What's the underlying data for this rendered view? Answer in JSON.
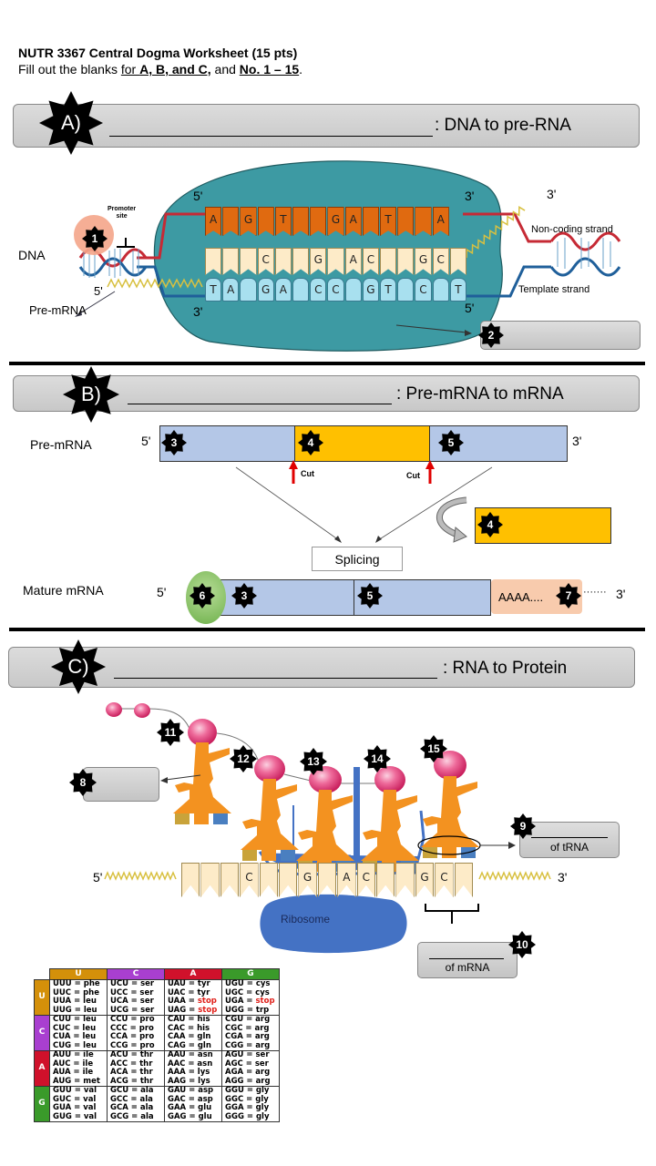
{
  "header": {
    "title": "NUTR 3367 Central Dogma Worksheet (15 pts)",
    "instructions_prefix": "Fill out the blanks ",
    "instructions_underlined_for": "for ",
    "instructions_bold_abc": "A, B, and C,",
    "instructions_and": " and ",
    "instructions_bold_no": "No. 1 – 15",
    "instructions_suffix": "."
  },
  "sections": {
    "A": {
      "badge": "A)",
      "title": ": DNA to pre-RNA"
    },
    "B": {
      "badge": "B)",
      "title": ": Pre-mRNA to mRNA"
    },
    "C": {
      "badge": "C)",
      "title": ": RNA to Protein"
    }
  },
  "section_a": {
    "dna_label": "DNA",
    "promoter_label_1": "Promoter",
    "promoter_label_2": "site",
    "pre_mrna_label": "Pre-mRNA",
    "non_coding_label": "Non-coding strand",
    "template_label": "Template strand",
    "prime_5_top": "5'",
    "prime_3_top": "3'",
    "prime_3_rna": "3'",
    "prime_5_rna": "5'",
    "prime_3_bottom": "3'",
    "prime_5_bottom": "5'",
    "top_strand": [
      "A",
      "",
      "G",
      "",
      "T",
      "",
      "",
      "G",
      "A",
      "",
      "T",
      "",
      "",
      "A"
    ],
    "rna_strand": [
      "",
      "",
      "",
      "C",
      "",
      "",
      "G",
      "",
      "A",
      "C",
      "",
      "",
      "G",
      "C",
      ""
    ],
    "template_strand": [
      "T",
      "A",
      "",
      "G",
      "A",
      "",
      "C",
      "C",
      "",
      "G",
      "T",
      "",
      "C",
      "",
      "T"
    ],
    "markers": {
      "m1": "1",
      "m2": "2"
    }
  },
  "section_b": {
    "pre_mrna_label": "Pre-mRNA",
    "mature_label": "Mature mRNA",
    "prime_5": "5'",
    "prime_3": "3'",
    "cut_label": "Cut",
    "splicing_label": "Splicing",
    "poly_a": "AAAA....",
    "poly_dots": "·······",
    "markers": {
      "m3": "3",
      "m4": "4",
      "m5": "5",
      "m6": "6",
      "m7": "7"
    }
  },
  "section_c": {
    "prime_5": "5'",
    "prime_3": "3'",
    "ribosome_label": "Ribosome",
    "of_trna": "of tRNA",
    "of_mrna": "of mRNA",
    "mrna_strand": [
      "",
      "",
      "",
      "C",
      "",
      "",
      "G",
      "",
      "A",
      "C",
      "",
      "",
      "G",
      "C",
      ""
    ],
    "markers": {
      "m8": "8",
      "m9": "9",
      "m10": "10",
      "m11": "11",
      "m12": "12",
      "m13": "13",
      "m14": "14",
      "m15": "15"
    }
  },
  "codon_table": {
    "headers": [
      "U",
      "C",
      "A",
      "G"
    ],
    "header_colors": [
      "#d4900a",
      "#a93fd0",
      "#d0112b",
      "#3a9a2a"
    ],
    "rows": [
      {
        "label": "U",
        "cells": [
          [
            "UUU = phe",
            "UUC = phe",
            "UUA = leu",
            "UUG = leu"
          ],
          [
            "UCU = ser",
            "UCC = ser",
            "UCA = ser",
            "UCG = ser"
          ],
          [
            "UAU = tyr",
            "UAC = tyr",
            "UAA = stop",
            "UAG = stop"
          ],
          [
            "UGU = cys",
            "UGC = cys",
            "UGA = stop",
            "UGG = trp"
          ]
        ]
      },
      {
        "label": "C",
        "cells": [
          [
            "CUU = leu",
            "CUC = leu",
            "CUA = leu",
            "CUG = leu"
          ],
          [
            "CCU = pro",
            "CCC = pro",
            "CCA = pro",
            "CCG = pro"
          ],
          [
            "CAU = his",
            "CAC = his",
            "CAA = gln",
            "CAG = gln"
          ],
          [
            "CGU = arg",
            "CGC = arg",
            "CGA = arg",
            "CGG = arg"
          ]
        ]
      },
      {
        "label": "A",
        "cells": [
          [
            "AUU = ile",
            "AUC = ile",
            "AUA = ile",
            "AUG = met"
          ],
          [
            "ACU = thr",
            "ACC = thr",
            "ACA = thr",
            "ACG = thr"
          ],
          [
            "AAU = asn",
            "AAC = asn",
            "AAA = lys",
            "AAG = lys"
          ],
          [
            "AGU = ser",
            "AGC = ser",
            "AGA = arg",
            "AGG = arg"
          ]
        ]
      },
      {
        "label": "G",
        "cells": [
          [
            "GUU = val",
            "GUC = val",
            "GUA = val",
            "GUG = val"
          ],
          [
            "GCU = ala",
            "GCC = ala",
            "GCA = ala",
            "GCG = ala"
          ],
          [
            "GAU = asp",
            "GAC = asp",
            "GAA = glu",
            "GAG = glu"
          ],
          [
            "GGU = gly",
            "GGC = gly",
            "GGA = gly",
            "GGG = gly"
          ]
        ]
      }
    ]
  },
  "colors": {
    "banner": "#d0d0d0",
    "rna_polymerase": "#3d9aa3",
    "orange_strand": "#e06a10",
    "cream_strand": "#fdebc8",
    "blue_strand": "#a8e0ef",
    "exon": "#b4c7e7",
    "intron": "#ffc000",
    "cap": "#7ab648",
    "poly_a_tail": "#f8cbad",
    "ribosome": "#4472c4",
    "trna": "#f39220",
    "amino_acid": "#e8407a"
  }
}
